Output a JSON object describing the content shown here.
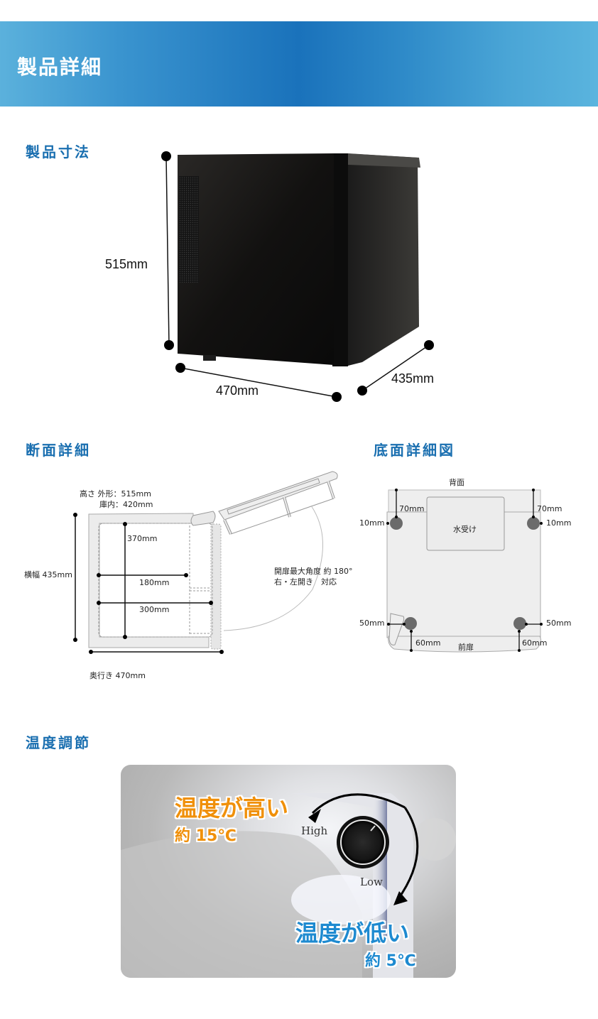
{
  "header": {
    "title": "製品詳細"
  },
  "dimensions": {
    "section_title": "製品寸法",
    "height": "515mm",
    "width": "470mm",
    "depth": "435mm"
  },
  "cross_section": {
    "section_title": "断面詳細",
    "height_outer": "高さ 外形：515mm",
    "height_inner": "庫内：420mm",
    "width_label": "横幅 435mm",
    "depth_label": "奥行き 470mm",
    "inner_height": "370mm",
    "shelf_depth": "180mm",
    "inner_depth": "300mm",
    "door_note_line1": "開扉最大角度 約 180°",
    "door_note_line2": "右・左開き　対応"
  },
  "bottom_view": {
    "section_title": "底面詳細図",
    "back_label": "背面",
    "front_label": "前扉",
    "drip_tray": "水受け",
    "rear_left_offset_y": "70mm",
    "rear_right_offset_y": "70mm",
    "rear_left_offset_x": "10mm",
    "rear_right_offset_x": "10mm",
    "front_left_offset_x": "50mm",
    "front_right_offset_x": "50mm",
    "front_left_offset_y": "60mm",
    "front_right_offset_y": "60mm"
  },
  "temperature": {
    "section_title": "温度調節",
    "high_label": "温度が高い",
    "high_temp": "約 15℃",
    "low_label": "温度が低い",
    "low_temp": "約 5℃",
    "knob_high": "High",
    "knob_low": "Low"
  },
  "colors": {
    "accent_blue": "#1a6fb0",
    "hot_orange": "#f0900a",
    "cold_blue": "#1e8ad0"
  }
}
